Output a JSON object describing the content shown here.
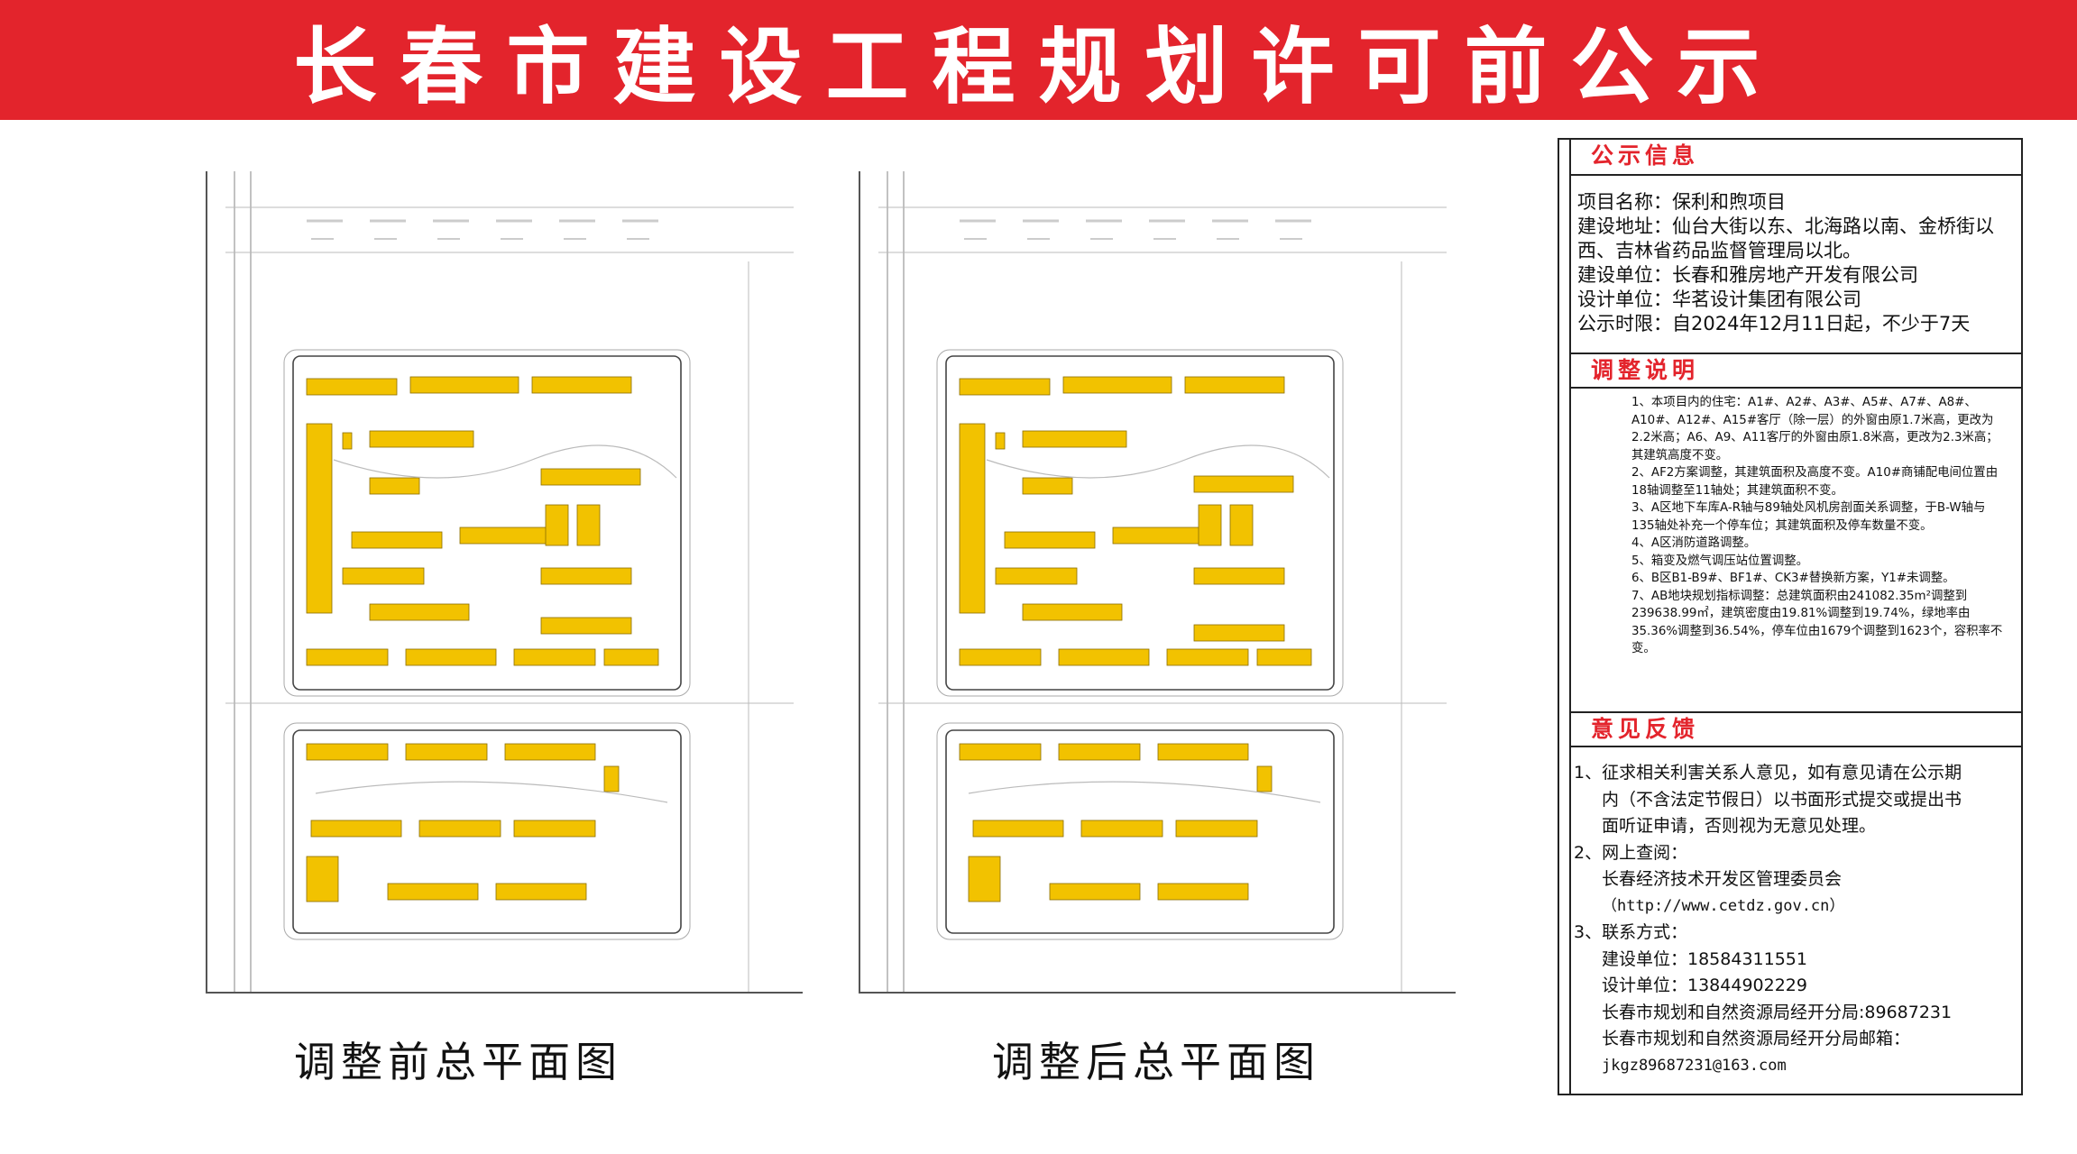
{
  "banner": {
    "title": "长春市建设工程规划许可前公示"
  },
  "plans": {
    "before_caption": "调整前总平面图",
    "after_caption": "调整后总平面图"
  },
  "panel": {
    "info": {
      "heading": "公示信息",
      "project_name": "项目名称：保利和煦项目",
      "address": "建设地址：仙台大街以东、北海路以南、金桥街以西、吉林省药品监督管理局以北。",
      "builder": "建设单位：长春和雅房地产开发有限公司",
      "designer": "设计单位：华茗设计集团有限公司",
      "period": "公示时限：自2024年12月11日起，不少于7天"
    },
    "adjust": {
      "heading": "调整说明",
      "items": [
        "1、本项目内的住宅：A1#、A2#、A3#、A5#、A7#、A8#、A10#、A12#、A15#客厅（除一层）的外窗由原1.7米高，更改为2.2米高；A6、A9、A11客厅的外窗由原1.8米高，更改为2.3米高；其建筑高度不变。",
        "2、AF2方案调整，其建筑面积及高度不变。A10#商铺配电间位置由18轴调整至11轴处；其建筑面积不变。",
        "3、A区地下车库A-R轴与89轴处风机房剖面关系调整，于B-W轴与135轴处补充一个停车位；其建筑面积及停车数量不变。",
        "4、A区消防道路调整。",
        "5、箱变及燃气调压站位置调整。",
        "6、B区B1-B9#、BF1#、CK3#替换新方案，Y1#未调整。",
        "7、AB地块规划指标调整：总建筑面积由241082.35m²调整到239638.99㎡，建筑密度由19.81%调整到19.74%，绿地率由35.36%调整到36.54%，停车位由1679个调整到1623个，容积率不变。"
      ]
    },
    "feedback": {
      "heading": "意见反馈",
      "item1_line1": "1、征求相关利害关系人意见，如有意见请在公示期",
      "item1_line2": "内（不含法定节假日）以书面形式提交或提出书",
      "item1_line3": "面听证申请，否则视为无意见处理。",
      "item2_label": "2、网上查阅：",
      "item2_org": "长春经济技术开发区管理委员会",
      "item2_url": "（http://www.cetdz.gov.cn）",
      "item3_label": "3、联系方式：",
      "builder_phone": "建设单位：18584311551",
      "designer_phone": "设计单位：13844902229",
      "bureau_phone": "长春市规划和自然资源局经开分局:89687231",
      "bureau_email_label": "长春市规划和自然资源局经开分局邮箱：",
      "bureau_email": "jkgz89687231@163.com"
    }
  },
  "colors": {
    "banner_red": "#e3242c",
    "building_yellow": "#f2c200",
    "heading_red": "#e3242c"
  }
}
